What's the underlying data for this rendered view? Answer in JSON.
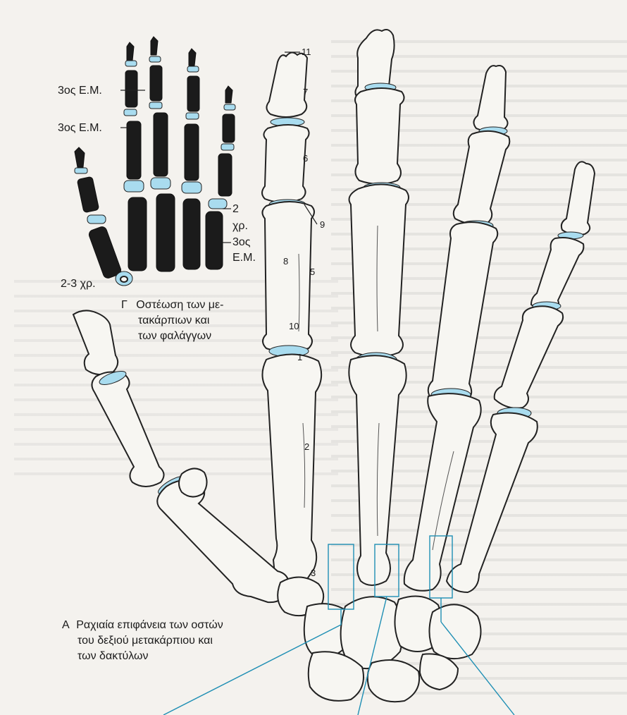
{
  "inset_labels": {
    "label_a": "3ος  Ε.Μ.",
    "label_b": "3ος  Ε.Μ.",
    "label_c": "2",
    "label_d": "χρ.",
    "label_e": "3ος",
    "label_f": "Ε.Μ.",
    "label_g": "2-3  χρ."
  },
  "inset_caption": {
    "letter": "Γ",
    "line1": "Οστέωση των με-",
    "line2": "τακάρπιων και",
    "line3": "των φαλάγγων"
  },
  "numbers": [
    "11",
    "7",
    "6",
    "9",
    "8",
    "5",
    "10",
    "1",
    "2",
    "3"
  ],
  "main_caption": {
    "letter": "Α",
    "line1": "Ραχιαία επιφάνεια των οστών",
    "line2": "του δεξιού μετακάρπιου και",
    "line3": "των δακτύλων"
  },
  "colors": {
    "cartilage": "#a9dcef",
    "leader_blue": "#1f8fb4",
    "ossified": "#1b1b1b"
  }
}
